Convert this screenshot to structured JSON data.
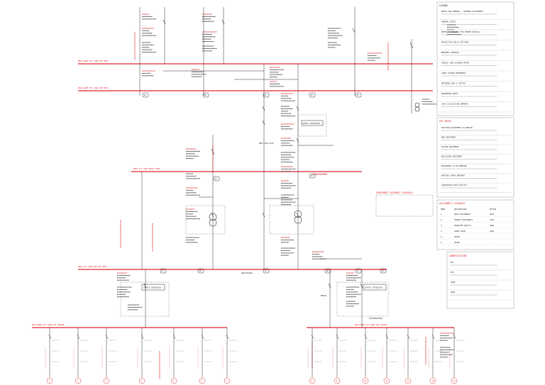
{
  "colors": {
    "line": "#2b2b2b",
    "bus": "#e0242c",
    "annotation": "#d8282e",
    "grid": "#bbbbbb"
  },
  "buses": [
    {
      "label": "PRGS WARE PCT 1A&B PVE MVCR"
    },
    {
      "label": "PRGS WARE PCT 2A&B PVE MVCR"
    },
    {
      "label": "PRGS PCT 4A&B PROLE MVPR"
    },
    {
      "label": "PRGS PCT 4A&B MEZ PVE MVPR"
    },
    {
      "label": "PUN POWER PCT 3A&B PVE CRAUNE"
    },
    {
      "label": "PUN POWER PCT 3A&B PVE CRAUNE"
    }
  ],
  "bus_notes": [
    {
      "label": "TRANSFORMER"
    },
    {
      "label": "SWITCHGEAR"
    },
    {
      "label": "DISTRIBUTION"
    }
  ],
  "nodes": [
    {
      "label": "3A"
    },
    {
      "label": "3B"
    },
    {
      "label": "3C"
    },
    {
      "label": "3D"
    },
    {
      "label": "3E"
    },
    {
      "label": "2A"
    },
    {
      "label": "2B"
    },
    {
      "label": "2C"
    },
    {
      "label": "2D"
    },
    {
      "label": "1A"
    },
    {
      "label": "1B"
    },
    {
      "label": "1C"
    },
    {
      "label": "1D"
    }
  ],
  "feeder_circles": [
    {
      "label": "1"
    },
    {
      "label": "2"
    },
    {
      "label": "3"
    },
    {
      "label": "4"
    },
    {
      "label": "5"
    },
    {
      "label": "6"
    },
    {
      "label": "7"
    },
    {
      "label": "8"
    },
    {
      "label": "9"
    },
    {
      "label": "10"
    },
    {
      "label": "11"
    },
    {
      "label": "12"
    },
    {
      "label": "13"
    },
    {
      "label": "14"
    }
  ],
  "center_boxes": [
    {
      "label": "SAFETY INTERLOCK"
    },
    {
      "label": "SAFETY INTERLOCK"
    },
    {
      "label": "SAFETY INTERLOCK"
    }
  ],
  "center_notes": [
    {
      "label": "EQUIPMENT ASSEMBLY SCHEDULE"
    },
    {
      "label": "UNIT SUB-LOAD"
    },
    {
      "label": "METER"
    }
  ],
  "legend": {
    "title": "LEGEND",
    "rows": [
      "NOTES FOR GENERAL - PRIMARY DISCONNECT",
      "GENERAL NOTES",
      "REFER TO DRAWING FOR FEEDER DETAILS",
      "PROTECTIVE RELAY SETTINGS",
      "BREAKER SCHEDULE",
      "SINGLE LINE DIAGRAM NOTES",
      "CABLE SIZING REFERENCE",
      "METERING AND CT RATIOS",
      "GROUNDING NOTES",
      "LOAD CALCULATION SUMMARY"
    ]
  },
  "key_notes": {
    "title": "KEY NOTES",
    "rows": [
      "EXISTING EQUIPMENT TO REMAIN",
      "NEW EQUIPMENT",
      "FUTURE EQUIPMENT",
      "RELOCATED EQUIPMENT",
      "EQUIPMENT TO BE REMOVED",
      "PROVIDE SPARE BREAKER",
      "COORDINATE WITH UTILITY"
    ]
  },
  "schedule": {
    "title": "DISCONNECT SCHEDULE",
    "headers": [
      "MARK",
      "DESCRIPTION",
      "RATING"
    ],
    "rows": [
      [
        "1",
        "MAIN DISCONNECT",
        "400A"
      ],
      [
        "2",
        "FEEDER DISCONNECT",
        "225A"
      ],
      [
        "3",
        "TRANSFER SWITCH",
        "400A"
      ],
      [
        "4",
        "PANEL MAIN",
        "100A"
      ],
      [
        "5",
        "SPARE",
        "-"
      ],
      [
        "6",
        "SPARE",
        "-"
      ]
    ]
  },
  "abbreviations": {
    "title": "ABBREVIATIONS",
    "rows": [
      "MCC",
      "VFD",
      "XFMR",
      "SWGR"
    ]
  }
}
